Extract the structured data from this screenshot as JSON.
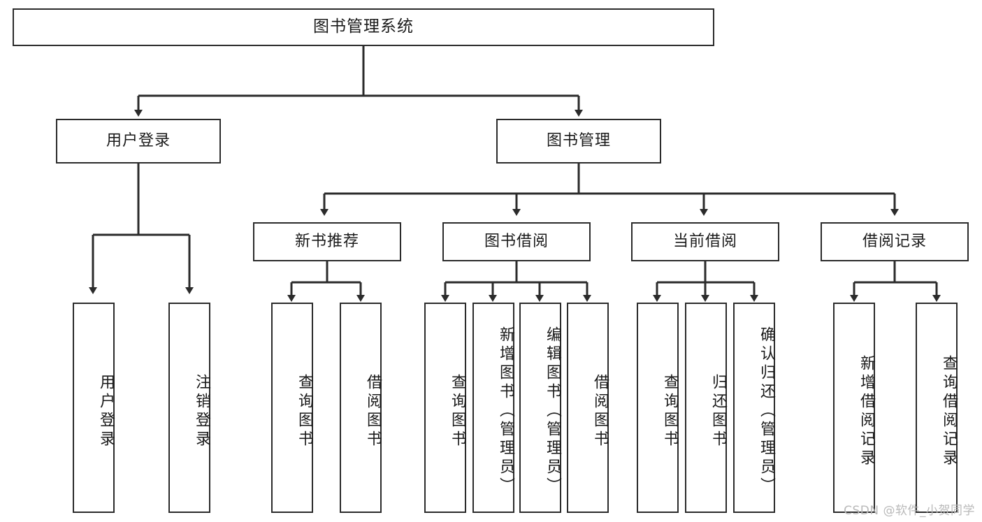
{
  "meta": {
    "title": "图书管理系统 功能结构图",
    "watermark": "CSDN @软件_小贺同学",
    "line_color": "#2b2b2b",
    "box_fill": "#ffffff",
    "text_color": "#1a1a1a",
    "watermark_color": "#b9b9b9"
  },
  "tree": {
    "root": {
      "label": "图书管理系统"
    },
    "level1": [
      {
        "label": "用户登录"
      },
      {
        "label": "图书管理"
      }
    ],
    "level2": [
      {
        "label": "新书推荐"
      },
      {
        "label": "图书借阅"
      },
      {
        "label": "当前借阅"
      },
      {
        "label": "借阅记录"
      }
    ],
    "leaves": {
      "user_login": [
        {
          "label": "用户登录"
        },
        {
          "label": "注销登录"
        }
      ],
      "new_book": [
        {
          "label": "查询图书"
        },
        {
          "label": "借阅图书"
        }
      ],
      "book_borrow": [
        {
          "label": "查询图书"
        },
        {
          "label": "新增图书（管理员）"
        },
        {
          "label": "编辑图书（管理员）"
        },
        {
          "label": "借阅图书"
        }
      ],
      "current_borrow": [
        {
          "label": "查询图书"
        },
        {
          "label": "归还图书"
        },
        {
          "label": "确认归还（管理员）"
        }
      ],
      "borrow_record": [
        {
          "label": "新增借阅记录"
        },
        {
          "label": "查询借阅记录"
        }
      ]
    }
  }
}
